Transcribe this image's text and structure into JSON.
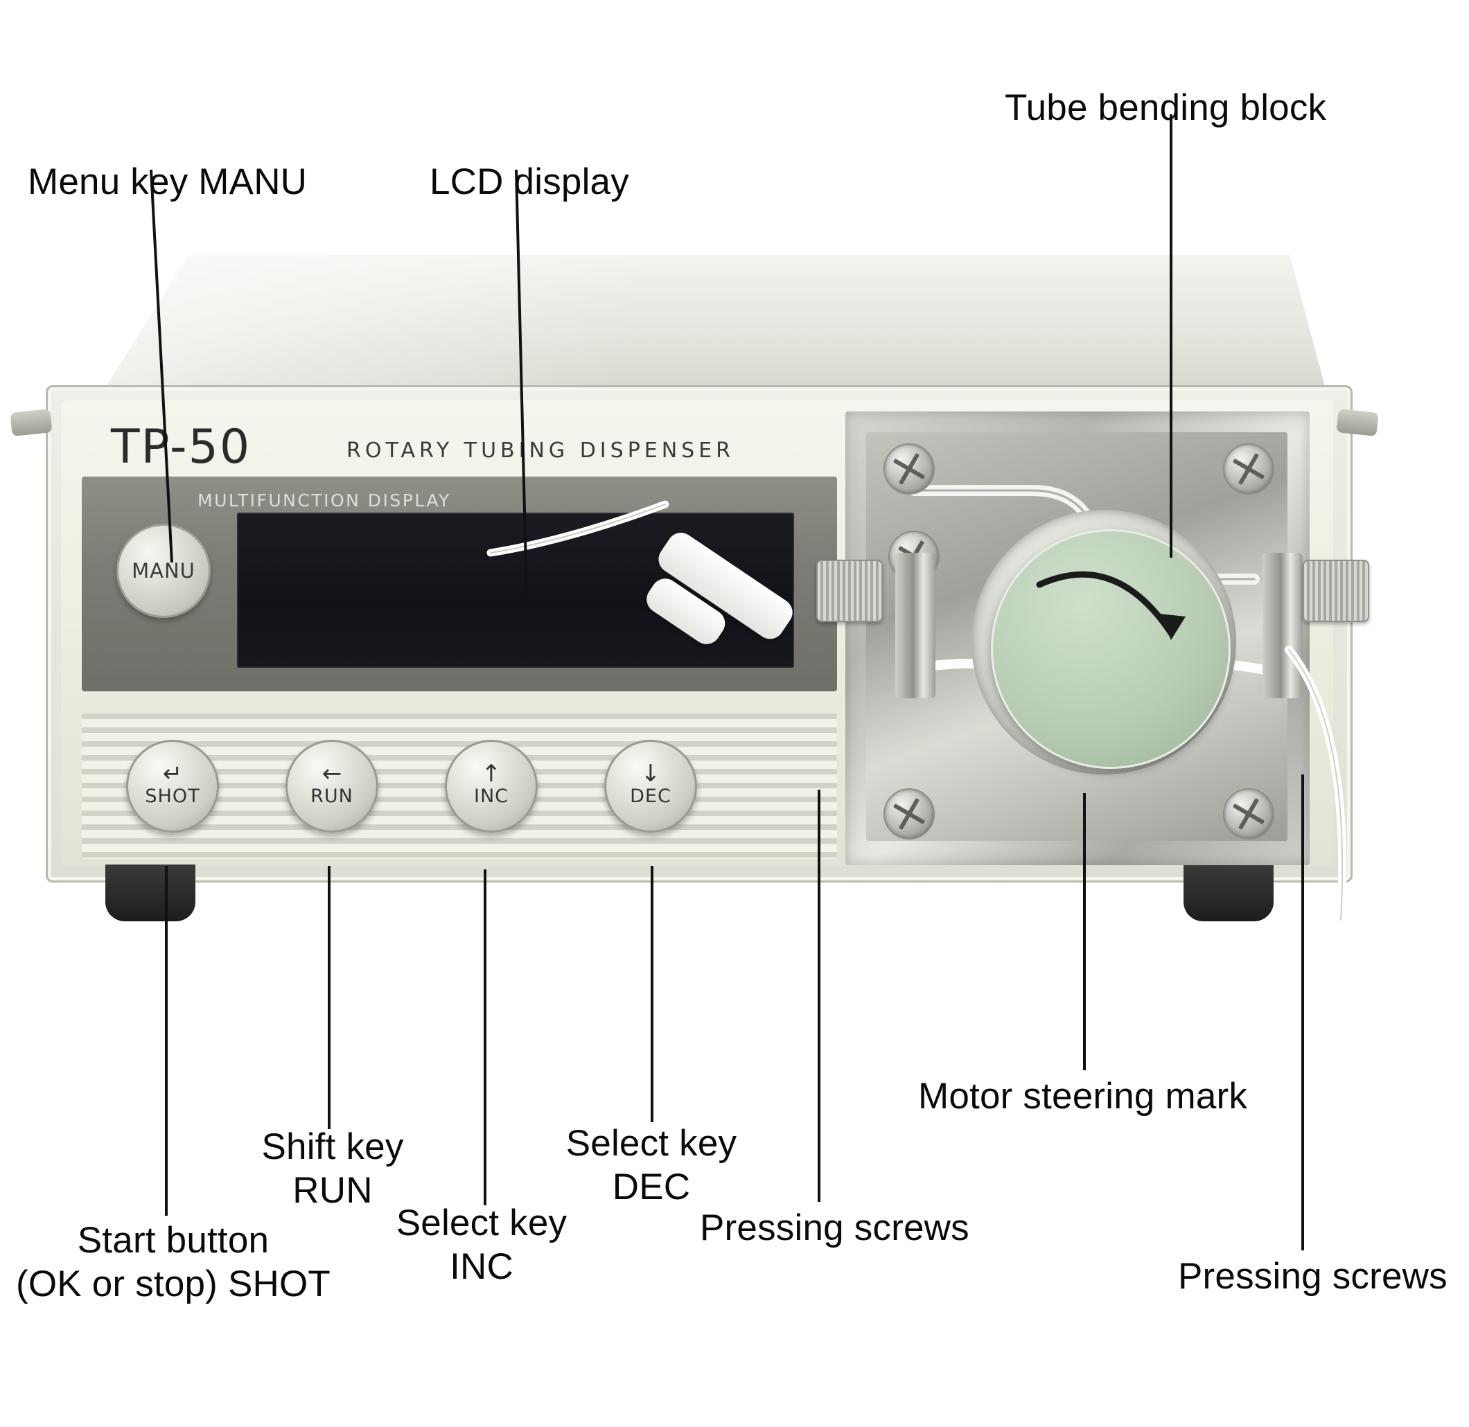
{
  "device": {
    "model": "TP-50",
    "subtitle": "ROTARY TUBING DISPENSER",
    "display_caption": "MULTIFUNCTION DISPLAY",
    "menu_button_label": "MANU",
    "keys": [
      {
        "label": "SHOT",
        "arrow": "↵"
      },
      {
        "label": "RUN",
        "arrow": "←"
      },
      {
        "label": "INC",
        "arrow": "↑"
      },
      {
        "label": "DEC",
        "arrow": "↓"
      }
    ]
  },
  "annotations": [
    {
      "id": "menu-key",
      "text": "Menu key MANU"
    },
    {
      "id": "lcd-display",
      "text": "LCD display"
    },
    {
      "id": "tube-bending-block",
      "text": "Tube bending block"
    },
    {
      "id": "motor-steering-mark",
      "text": "Motor steering mark"
    },
    {
      "id": "pressing-screws-top",
      "text": "Pressing screws"
    },
    {
      "id": "pressing-screws-right",
      "text": "Pressing screws"
    },
    {
      "id": "select-key-dec",
      "text": "Select key\nDEC"
    },
    {
      "id": "select-key-inc",
      "text": "Select key\nINC"
    },
    {
      "id": "shift-key-run",
      "text": "Shift key\nRUN"
    },
    {
      "id": "start-button-shot",
      "text": "Start button\n(OK or stop) SHOT"
    }
  ],
  "colors": {
    "label_text": "#0a0a0a",
    "leader_line": "#111111",
    "rotor_face": "#b9cdb4",
    "lcd_screen": "#14141b",
    "panel": "#eeeee4"
  }
}
